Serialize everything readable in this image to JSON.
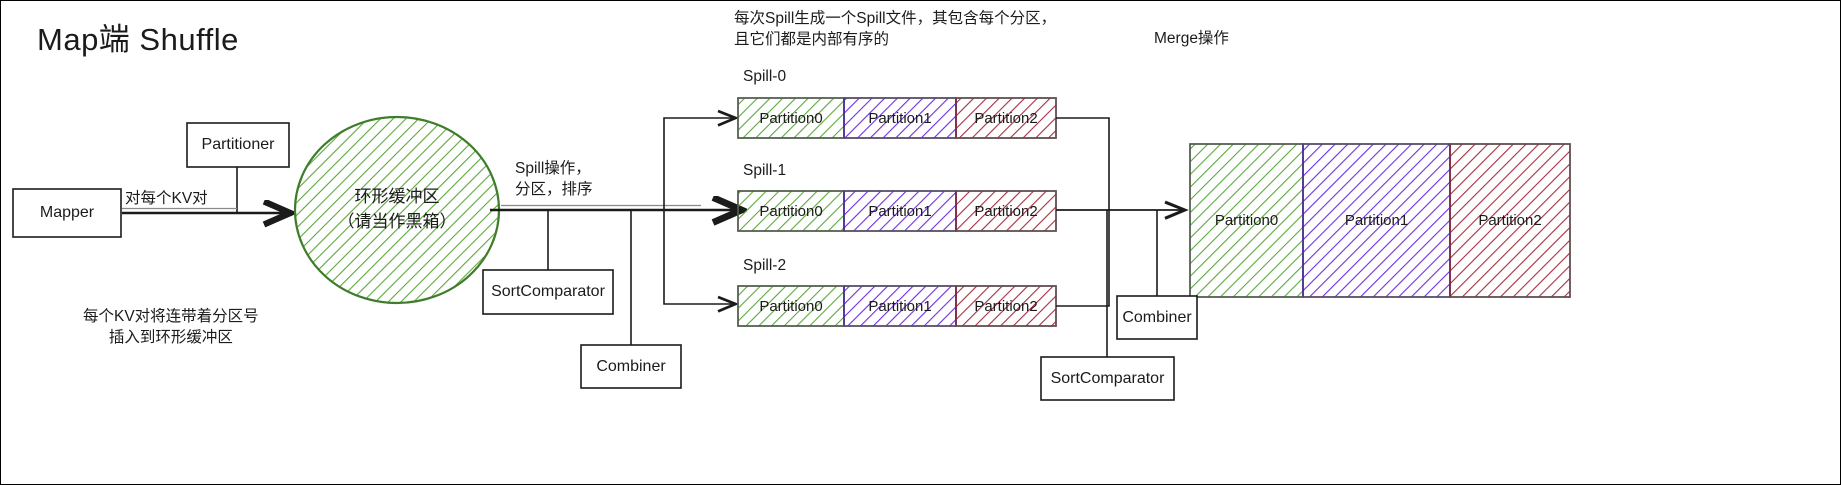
{
  "title": "Map端 Shuffle",
  "colors": {
    "green": "#5ba83f",
    "purple": "#6f2fe0",
    "red": "#a33040",
    "stroke": "#1b1b1b",
    "background": "#ffffff"
  },
  "notes": {
    "kv_insert": "每个KV对将连带着分区号\n插入到环形缓冲区",
    "spill_note": "每次Spill生成一个Spill文件，其包含每个分区，\n且它们都是内部有序的",
    "merge_note": "Merge操作"
  },
  "edges": {
    "mapper_to_buffer": "对每个KV对",
    "buffer_to_spill": "Spill操作，\n分区，排序"
  },
  "boxes": {
    "mapper": "Mapper",
    "partitioner": "Partitioner",
    "sort_comparator_left": "SortComparator",
    "combiner_left": "Combiner",
    "combiner_right": "Combiner",
    "sort_comparator_right": "SortComparator"
  },
  "buffer": {
    "line1": "环形缓冲区",
    "line2": "（请当作黑箱）"
  },
  "spills": [
    {
      "caption": "Spill-0",
      "partitions": [
        {
          "label": "Partition0",
          "color": "green"
        },
        {
          "label": "Partition1",
          "color": "purple"
        },
        {
          "label": "Partition2",
          "color": "red"
        }
      ]
    },
    {
      "caption": "Spill-1",
      "partitions": [
        {
          "label": "Partition0",
          "color": "green"
        },
        {
          "label": "Partition1",
          "color": "purple"
        },
        {
          "label": "Partition2",
          "color": "red"
        }
      ]
    },
    {
      "caption": "Spill-2",
      "partitions": [
        {
          "label": "Partition0",
          "color": "green"
        },
        {
          "label": "Partition1",
          "color": "purple"
        },
        {
          "label": "Partition2",
          "color": "red"
        }
      ]
    }
  ],
  "merged": {
    "partitions": [
      {
        "label": "Partition0",
        "color": "green"
      },
      {
        "label": "Partition1",
        "color": "purple"
      },
      {
        "label": "Partition2",
        "color": "red"
      }
    ]
  }
}
